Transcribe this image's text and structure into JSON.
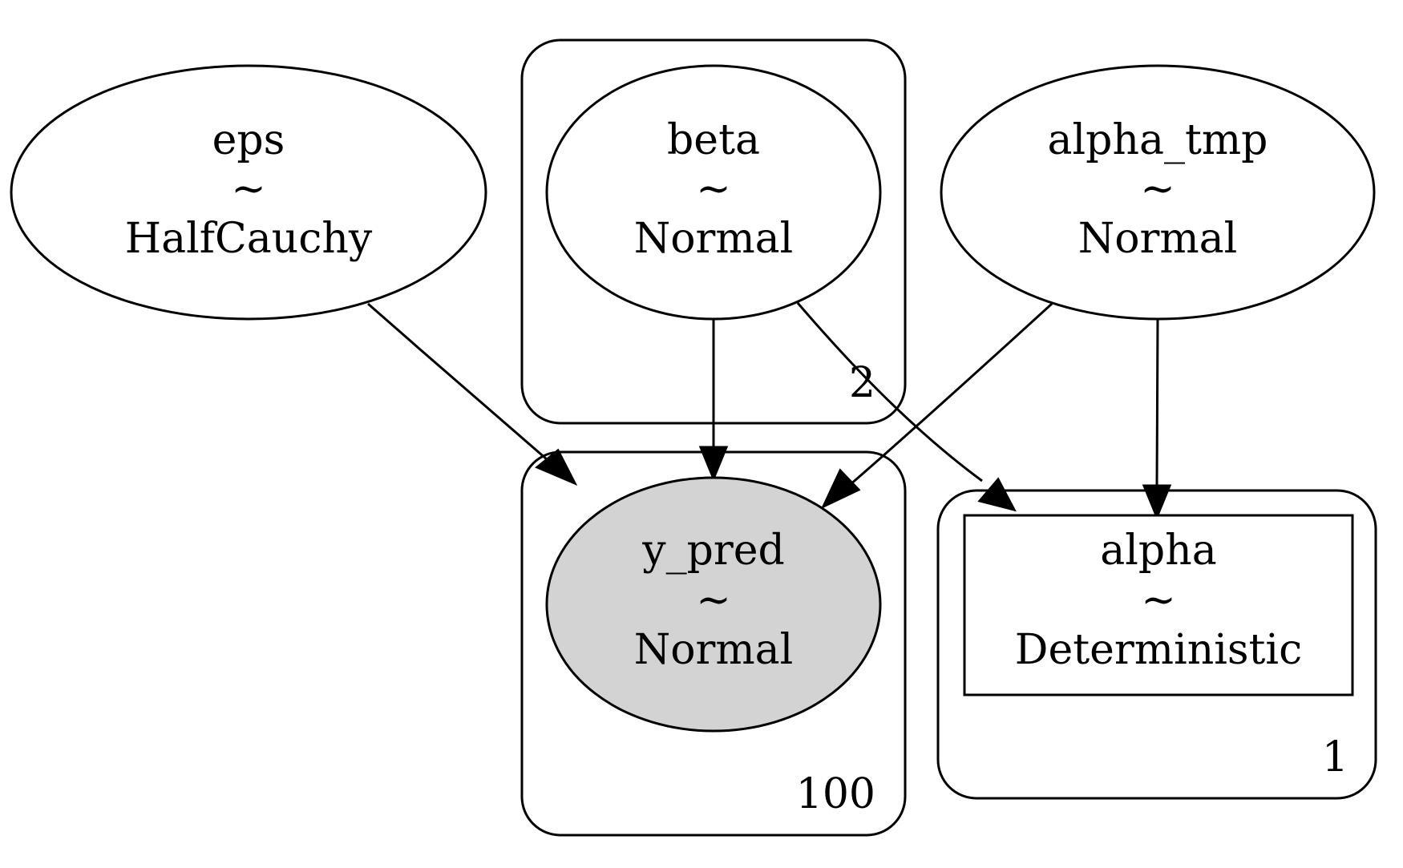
{
  "graph": {
    "nodes": [
      {
        "id": "eps",
        "name": "eps",
        "sep": "~",
        "dist": "HalfCauchy",
        "shape": "ellipse",
        "fill": "#ffffff"
      },
      {
        "id": "beta",
        "name": "beta",
        "sep": "~",
        "dist": "Normal",
        "shape": "ellipse",
        "fill": "#ffffff"
      },
      {
        "id": "alpha_tmp",
        "name": "alpha_tmp",
        "sep": "~",
        "dist": "Normal",
        "shape": "ellipse",
        "fill": "#ffffff"
      },
      {
        "id": "y_pred",
        "name": "y_pred",
        "sep": "~",
        "dist": "Normal",
        "shape": "ellipse",
        "fill": "#d3d3d3"
      },
      {
        "id": "alpha",
        "name": "alpha",
        "sep": "~",
        "dist": "Deterministic",
        "shape": "box",
        "fill": "#ffffff"
      }
    ],
    "plates": [
      {
        "id": "plate-2",
        "label": "2",
        "contains": [
          "beta"
        ]
      },
      {
        "id": "plate-100",
        "label": "100",
        "contains": [
          "y_pred"
        ]
      },
      {
        "id": "plate-1",
        "label": "1",
        "contains": [
          "alpha"
        ]
      }
    ],
    "edges": [
      {
        "from": "eps",
        "to": "y_pred"
      },
      {
        "from": "beta",
        "to": "y_pred"
      },
      {
        "from": "beta",
        "to": "alpha"
      },
      {
        "from": "alpha_tmp",
        "to": "y_pred"
      },
      {
        "from": "alpha_tmp",
        "to": "alpha"
      }
    ]
  }
}
